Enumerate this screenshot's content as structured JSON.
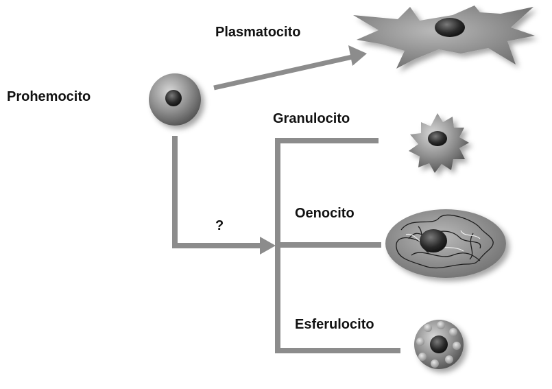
{
  "labels": {
    "prohemocito": "Prohemocito",
    "plasmatocito": "Plasmatocito",
    "granulocito": "Granulocito",
    "oenocito": "Oenocito",
    "esferulocito": "Esferulocito",
    "question": "?"
  },
  "colors": {
    "arrow": "#8c8c8c",
    "cell_body": "#8a8a8a",
    "nucleus": "#2a2a2a",
    "text": "#111111"
  }
}
